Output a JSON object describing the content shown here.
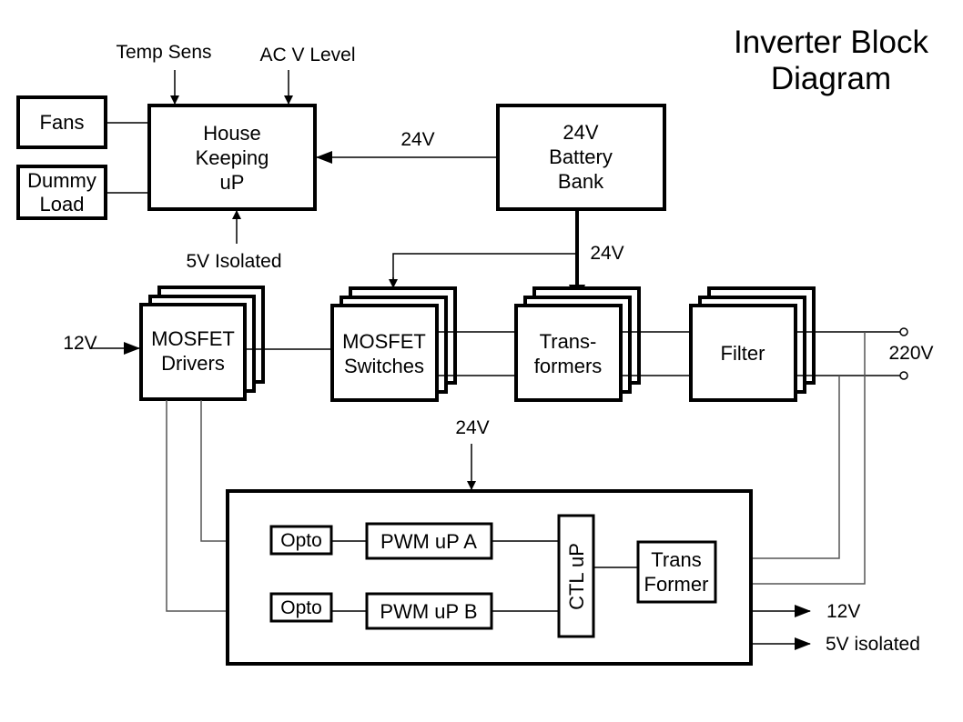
{
  "title": {
    "line1": "Inverter Block",
    "line2": "Diagram"
  },
  "blocks": {
    "fans": "Fans",
    "dummy_load": {
      "line1": "Dummy",
      "line2": "Load"
    },
    "housekeeping": {
      "line1": "House",
      "line2": "Keeping",
      "line3": "uP"
    },
    "battery": {
      "line1": "24V",
      "line2": "Battery",
      "line3": "Bank"
    },
    "mosfet_drivers": {
      "line1": "MOSFET",
      "line2": "Drivers"
    },
    "mosfet_switches": {
      "line1": "MOSFET",
      "line2": "Switches"
    },
    "transformers": {
      "line1": "Trans-",
      "line2": "formers"
    },
    "filter": "Filter",
    "opto_a": "Opto",
    "opto_b": "Opto",
    "pwm_a": "PWM uP A",
    "pwm_b": "PWM uP B",
    "ctl": "CTL uP",
    "trans_former": {
      "line1": "Trans",
      "line2": "Former"
    }
  },
  "labels": {
    "temp_sens": "Temp Sens",
    "ac_v_level": "AC V Level",
    "isolated_5v_in": "5V Isolated",
    "battery_to_hk": "24V",
    "battery_down": "24V",
    "drivers_in": "12V",
    "output": "220V",
    "control_in": "24V",
    "out_12v": "12V",
    "out_5v": "5V isolated"
  }
}
